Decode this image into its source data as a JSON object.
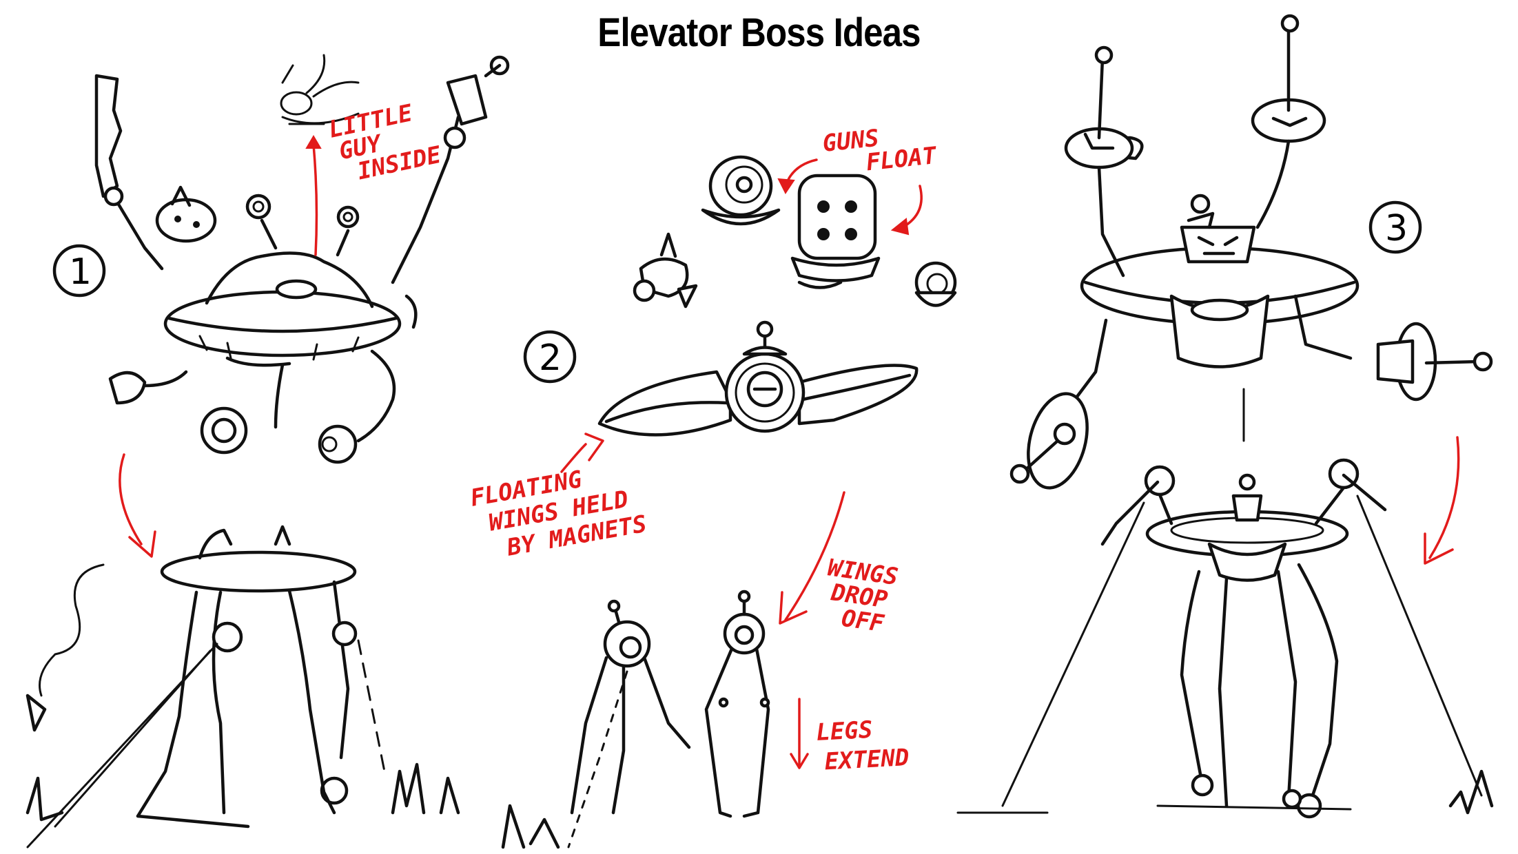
{
  "title": "Elevator Boss Ideas",
  "concepts": [
    {
      "number": "1",
      "notes": [
        {
          "lines": [
            "LITTLE",
            "GUY",
            "INSIDE"
          ]
        }
      ]
    },
    {
      "number": "2",
      "notes": [
        {
          "lines": [
            "GUNS",
            "FLOAT"
          ]
        },
        {
          "lines": [
            "FLOATING",
            "WINGS HELD",
            "BY MAGNETS"
          ]
        },
        {
          "lines": [
            "WINGS",
            "DROP",
            "OFF"
          ]
        },
        {
          "lines": [
            "LEGS",
            "EXTEND"
          ]
        }
      ]
    },
    {
      "number": "3",
      "notes": []
    }
  ],
  "colors": {
    "ink": "#111111",
    "annotation": "#e21b1b",
    "paper": "#ffffff"
  }
}
